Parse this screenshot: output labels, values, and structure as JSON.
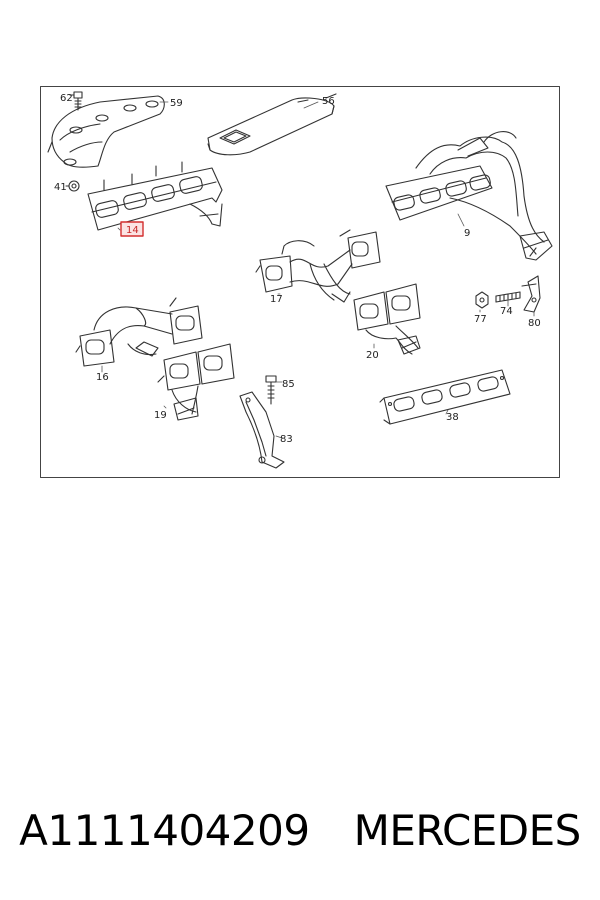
{
  "diagram": {
    "highlight_color": "#d32f2f",
    "labels": {
      "p62": "62",
      "p59": "59",
      "p56": "56",
      "p41": "41",
      "p14": "14",
      "p9": "9",
      "p17": "17",
      "p77": "77",
      "p74": "74",
      "p80": "80",
      "p16": "16",
      "p20": "20",
      "p85": "85",
      "p19": "19",
      "p83": "83",
      "p38": "38"
    }
  },
  "caption": {
    "part_number": "A1111404209",
    "brand": "MERCEDES"
  }
}
